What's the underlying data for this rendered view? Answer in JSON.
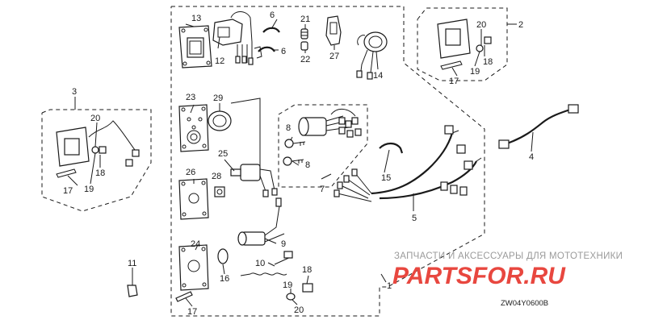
{
  "callouts": [
    {
      "id": "c13",
      "text": "13"
    },
    {
      "id": "c12",
      "text": "12"
    },
    {
      "id": "c6a",
      "text": "6"
    },
    {
      "id": "c6b",
      "text": "6"
    },
    {
      "id": "c21",
      "text": "21"
    },
    {
      "id": "c22",
      "text": "22"
    },
    {
      "id": "c27",
      "text": "27"
    },
    {
      "id": "c14",
      "text": "14"
    },
    {
      "id": "c23",
      "text": "23"
    },
    {
      "id": "c29",
      "text": "29"
    },
    {
      "id": "c8a",
      "text": "8"
    },
    {
      "id": "c8b",
      "text": "8"
    },
    {
      "id": "c7",
      "text": "7"
    },
    {
      "id": "c15",
      "text": "15"
    },
    {
      "id": "c5",
      "text": "5"
    },
    {
      "id": "c25",
      "text": "25"
    },
    {
      "id": "c28",
      "text": "28"
    },
    {
      "id": "c26",
      "text": "26"
    },
    {
      "id": "c24",
      "text": "24"
    },
    {
      "id": "c9",
      "text": "9"
    },
    {
      "id": "c10",
      "text": "10"
    },
    {
      "id": "c16",
      "text": "16"
    },
    {
      "id": "c18a",
      "text": "18"
    },
    {
      "id": "c19a",
      "text": "19"
    },
    {
      "id": "c20a",
      "text": "20"
    },
    {
      "id": "c17a",
      "text": "17"
    },
    {
      "id": "c1",
      "text": "1"
    },
    {
      "id": "c11",
      "text": "11"
    },
    {
      "id": "c3",
      "text": "3"
    },
    {
      "id": "c20b",
      "text": "20"
    },
    {
      "id": "c18b",
      "text": "18"
    },
    {
      "id": "c17b",
      "text": "17"
    },
    {
      "id": "c19b",
      "text": "19"
    },
    {
      "id": "c2",
      "text": "2"
    },
    {
      "id": "c20c",
      "text": "20"
    },
    {
      "id": "c18c",
      "text": "18"
    },
    {
      "id": "c19c",
      "text": "19"
    },
    {
      "id": "c17c",
      "text": "17"
    },
    {
      "id": "c4",
      "text": "4"
    }
  ],
  "watermark": {
    "tagline": "ЗАПЧАСТИ И АКСЕССУАРЫ ДЛЯ МОТОТЕХНИКИ",
    "logo": "PARTSFOR.RU",
    "logo_color": "#e8473f"
  },
  "diagram_code": "ZW04Y0600B"
}
